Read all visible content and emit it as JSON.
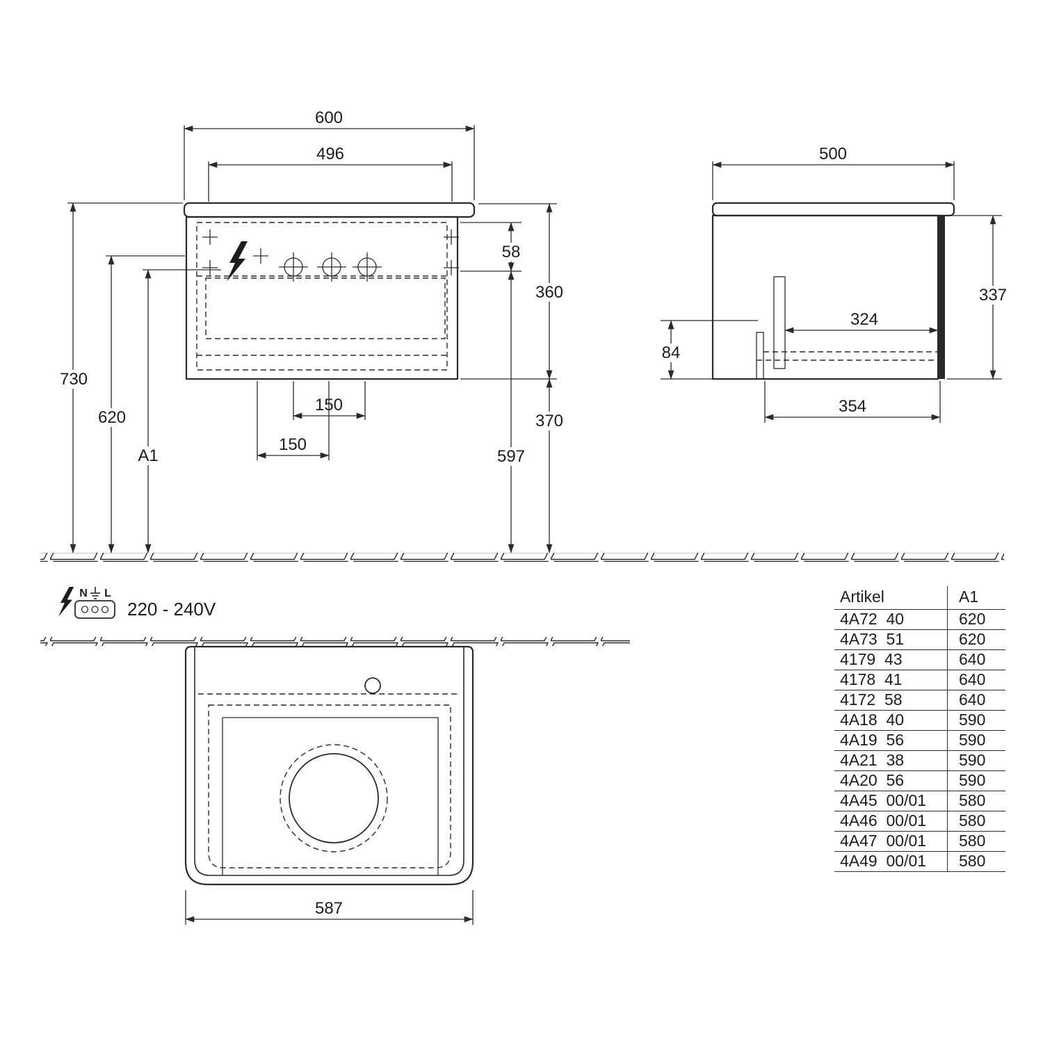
{
  "colors": {
    "line": "#2a2a2a",
    "background": "#ffffff",
    "fill_dark": "#1c1c1c"
  },
  "icons": {
    "power": "lightning-bolt-icon",
    "ground": "earth-ground-icon",
    "socket": "socket-3pin-icon"
  },
  "drawing": {
    "front_view": {
      "dim_width_outer": "600",
      "dim_width_inner": "496",
      "dim_height_wall": "730",
      "dim_height_mid": "620",
      "dim_a1": "A1",
      "dim_top_offset": "58",
      "dim_body_height": "360",
      "dim_below": "370",
      "dim_holes_height": "597",
      "dim_150_upper": "150",
      "dim_150_lower": "150"
    },
    "side_view": {
      "dim_depth": "500",
      "dim_height": "337",
      "dim_inner_depth": "324",
      "dim_84": "84",
      "dim_354": "354"
    },
    "top_view": {
      "dim_width": "587"
    },
    "electrical": {
      "n_label": "N",
      "l_label": "L",
      "voltage": "220 - 240V"
    }
  },
  "table": {
    "col_artikel": "Artikel",
    "col_a1": "A1",
    "rows": [
      {
        "artikel": "4A72  40",
        "a1": "620"
      },
      {
        "artikel": "4A73  51",
        "a1": "620"
      },
      {
        "artikel": "4179  43",
        "a1": "640"
      },
      {
        "artikel": "4178  41",
        "a1": "640"
      },
      {
        "artikel": "4172  58",
        "a1": "640"
      },
      {
        "artikel": "4A18  40",
        "a1": "590"
      },
      {
        "artikel": "4A19  56",
        "a1": "590"
      },
      {
        "artikel": "4A21  38",
        "a1": "590"
      },
      {
        "artikel": "4A20  56",
        "a1": "590"
      },
      {
        "artikel": "4A45  00/01",
        "a1": "580"
      },
      {
        "artikel": "4A46  00/01",
        "a1": "580"
      },
      {
        "artikel": "4A47  00/01",
        "a1": "580"
      },
      {
        "artikel": "4A49  00/01",
        "a1": "580"
      }
    ]
  }
}
